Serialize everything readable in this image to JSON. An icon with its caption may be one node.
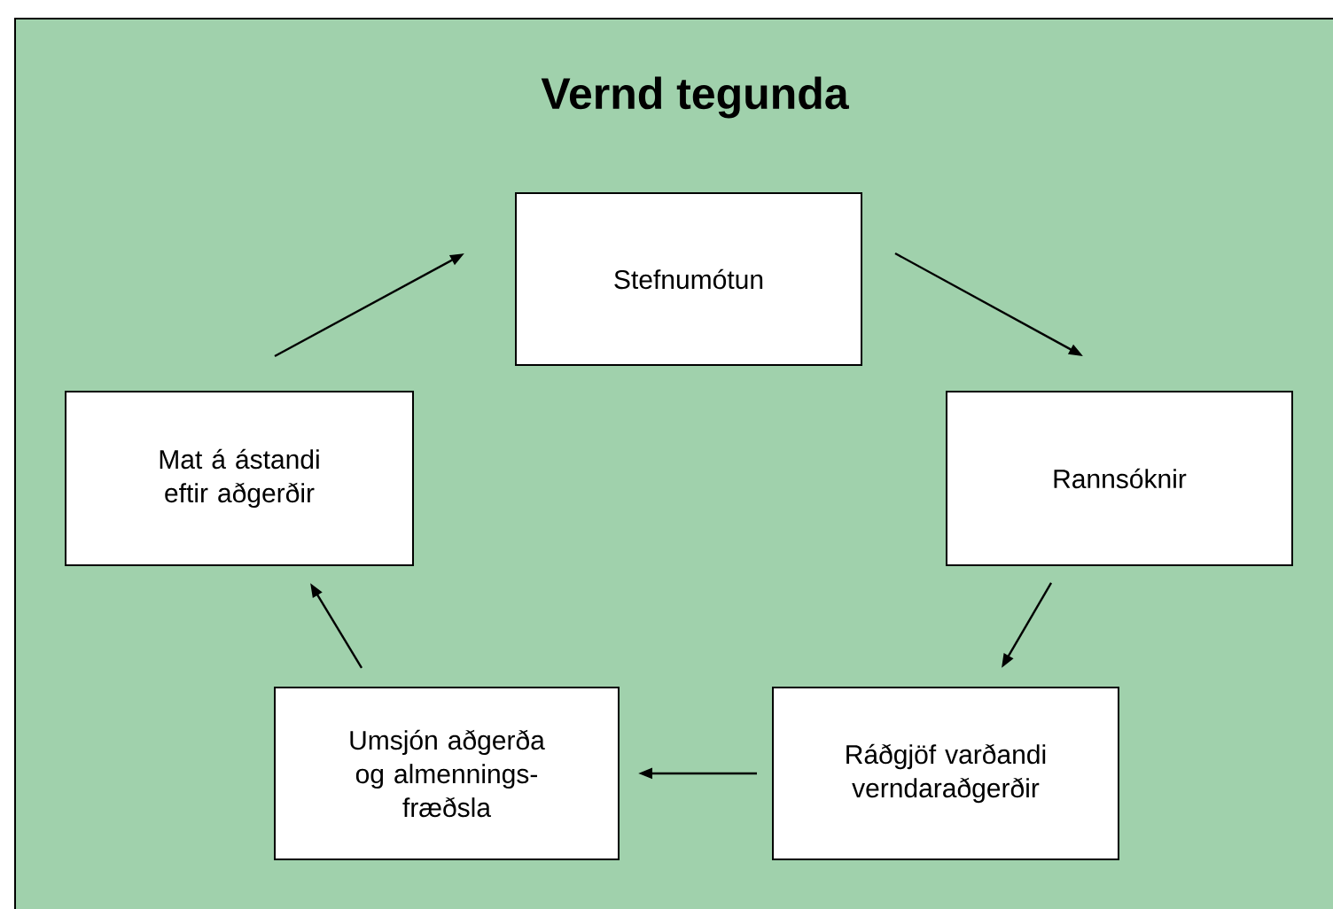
{
  "diagram": {
    "title": "Vernd tegunda",
    "nodes": [
      {
        "text": [
          "Stefnumótun"
        ]
      },
      {
        "text": [
          "Rannsóknir"
        ]
      },
      {
        "text": [
          "Ráðgjöf varðandi verndaraðgerðir"
        ]
      },
      {
        "text": [
          "Umsjón aðgerða og almennings- fræðsla"
        ]
      },
      {
        "text": [
          "Mat á ástandi eftir aðgerðir"
        ]
      }
    ],
    "edges": [
      {
        "from": 0,
        "to": 1,
        "arrow": "to"
      },
      {
        "from": 1,
        "to": 2,
        "arrow": "to"
      },
      {
        "from": 2,
        "to": 3,
        "arrow": "to"
      },
      {
        "from": 3,
        "to": 4,
        "arrow": "to"
      },
      {
        "from": 4,
        "to": 0,
        "arrow": "to"
      }
    ]
  }
}
